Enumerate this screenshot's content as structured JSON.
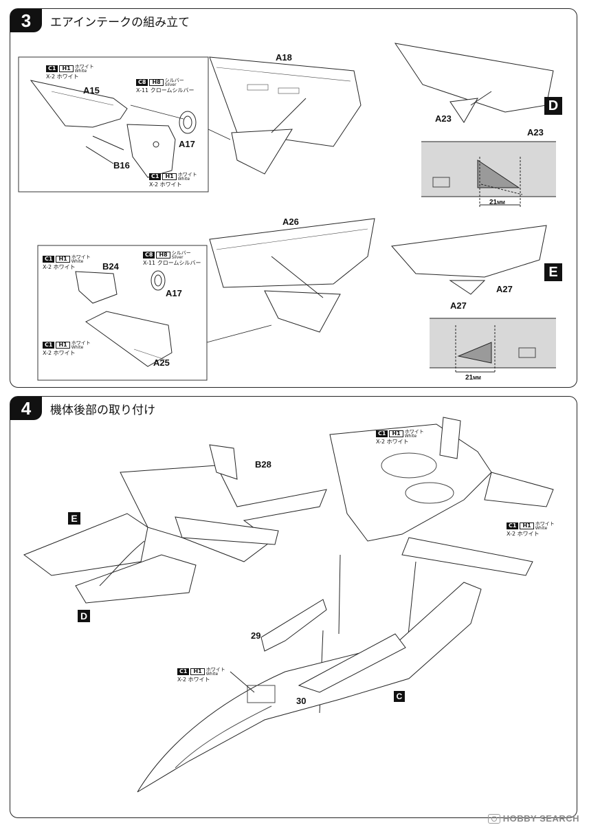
{
  "step3": {
    "number": "3",
    "title": "エアインテークの組み立て",
    "parts": {
      "A15": "A15",
      "B16": "B16",
      "A17_top": "A17",
      "A18": "A18",
      "A23_upper": "A23",
      "A23_lower": "A23",
      "B24": "B24",
      "A17_bottom": "A17",
      "A25": "A25",
      "A26": "A26",
      "A27_upper": "A27",
      "A27_lower": "A27"
    },
    "tags": {
      "D": "D",
      "E": "E"
    },
    "dimension_value": "21",
    "dimension_unit": "MM",
    "colors": {
      "c1_a15": {
        "code1": "C1",
        "code2": "H1",
        "ja": "ホワイト",
        "en": "White",
        "name": "X-2 ホワイト"
      },
      "c8_a17": {
        "code1": "C8",
        "code2": "H8",
        "ja": "シルバー",
        "en": "Silver",
        "name": "X-11 クロームシルバー"
      },
      "c1_b16": {
        "code1": "C1",
        "code2": "H1",
        "ja": "ホワイト",
        "en": "White",
        "name": "X-2 ホワイト"
      },
      "c1_b24": {
        "code1": "C1",
        "code2": "H1",
        "ja": "ホワイト",
        "en": "White",
        "name": "X-2 ホワイト"
      },
      "c8_a17b": {
        "code1": "C8",
        "code2": "H8",
        "ja": "シルバー",
        "en": "Silver",
        "name": "X-11 クロームシルバー"
      },
      "c1_a25": {
        "code1": "C1",
        "code2": "H1",
        "ja": "ホワイト",
        "en": "White",
        "name": "X-2 ホワイト"
      }
    }
  },
  "step4": {
    "number": "4",
    "title": "機体後部の取り付け",
    "parts": {
      "B28": "B28",
      "p29": "29",
      "p30": "30"
    },
    "tags": {
      "E": "E",
      "D": "D",
      "C": "C"
    },
    "colors": {
      "c1_top": {
        "code1": "C1",
        "code2": "H1",
        "ja": "ホワイト",
        "en": "White",
        "name": "X-2 ホワイト"
      },
      "c1_right": {
        "code1": "C1",
        "code2": "H1",
        "ja": "ホワイト",
        "en": "White",
        "name": "X-2 ホワイト"
      },
      "c1_nose": {
        "code1": "C1",
        "code2": "H1",
        "ja": "ホワイト",
        "en": "White",
        "name": "X-2 ホワイト"
      }
    }
  },
  "watermark": "HOBBY SEARCH",
  "palette": {
    "line": "#222222",
    "shade": "#9a9a9a",
    "panel_grey": "#d8d8d8"
  }
}
